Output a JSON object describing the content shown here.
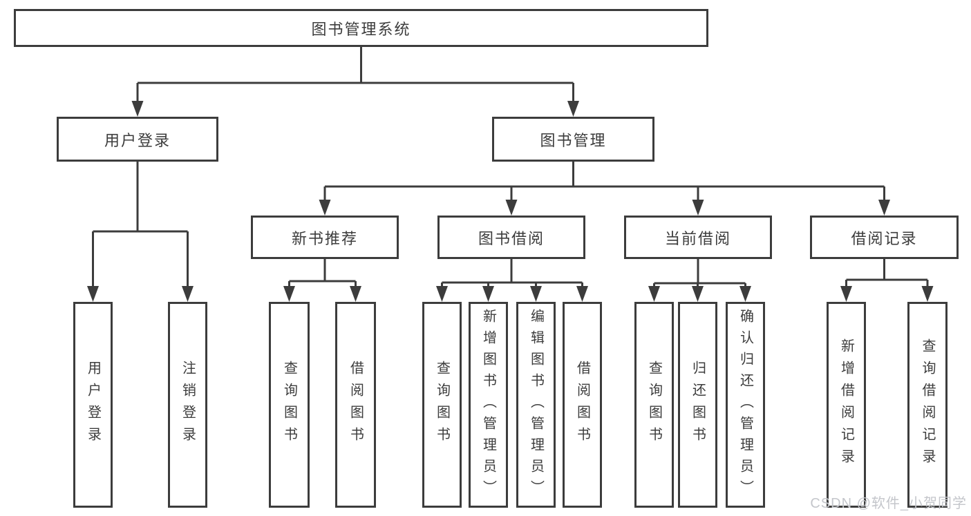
{
  "nodes": {
    "root": "图书管理系统",
    "user_login": "用户登录",
    "book_mgmt": "图书管理",
    "new_rec": "新书推荐",
    "borrow": "图书借阅",
    "current": "当前借阅",
    "record": "借阅记录",
    "leaf_login": "用户登录",
    "leaf_logout": "注销登录",
    "leaf_rec_query": "查询图书",
    "leaf_rec_borrow": "借阅图书",
    "leaf_bb_query": "查询图书",
    "leaf_bb_add": "新增图书（管理员）",
    "leaf_bb_edit": "编辑图书（管理员）",
    "leaf_bb_borrow": "借阅图书",
    "leaf_cb_query": "查询图书",
    "leaf_cb_return": "归还图书",
    "leaf_cb_confirm": "确认归还（管理员）",
    "leaf_br_add": "新增借阅记录",
    "leaf_br_query": "查询借阅记录"
  },
  "hierarchy": {
    "图书管理系统": {
      "用户登录": [
        "用户登录",
        "注销登录"
      ],
      "图书管理": {
        "新书推荐": [
          "查询图书",
          "借阅图书"
        ],
        "图书借阅": [
          "查询图书",
          "新增图书（管理员）",
          "编辑图书（管理员）",
          "借阅图书"
        ],
        "当前借阅": [
          "查询图书",
          "归还图书",
          "确认归还（管理员）"
        ],
        "借阅记录": [
          "新增借阅记录",
          "查询借阅记录"
        ]
      }
    }
  },
  "watermark": "CSDN @软件_小贺同学",
  "colors": {
    "line": "#3c3c3c",
    "text": "#3c3c3c",
    "background": "#ffffff",
    "watermark": "#c4c6cb"
  }
}
